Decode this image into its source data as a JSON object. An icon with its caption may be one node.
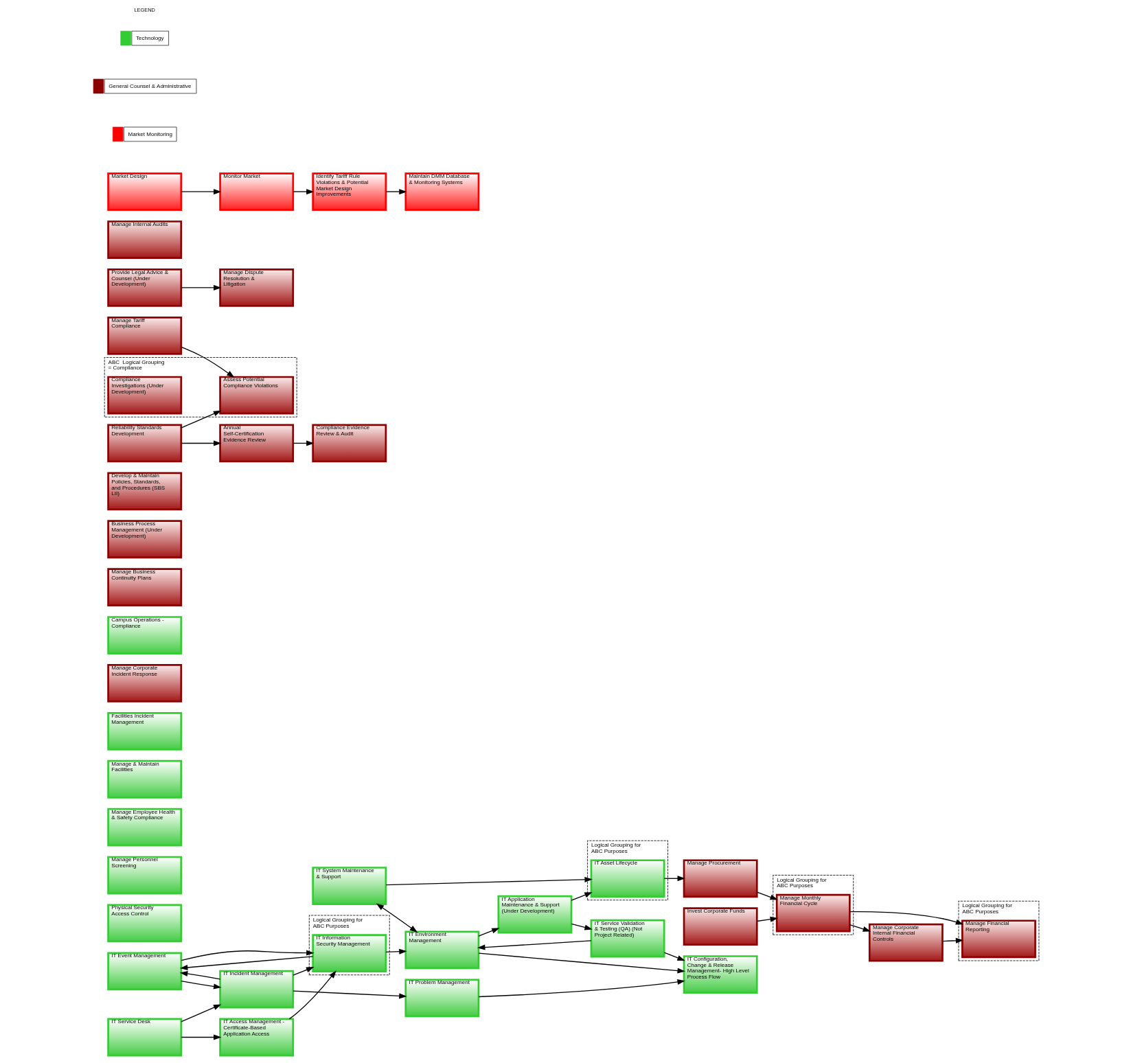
{
  "diagram": {
    "nodes": [
      {
        "text": [
          "Invest Corporate Funds"
        ]
      },
      {
        "text": [
          "Logical Grouping for ABC Purposes"
        ]
      },
      {
        "text": [
          "Manage Monthly Financial Cycle"
        ],
        "in": 1
      },
      {
        "text": [
          "Logical Grouping for ABC Purposes"
        ]
      },
      {
        "text": [
          "Manage Financial Reporting"
        ],
        "in": 3
      },
      {
        "text": [
          "Physical Security Access Control"
        ]
      },
      {
        "text": [
          "Manage Personnel Screening"
        ]
      },
      {
        "text": [
          "Manage Employee Health & Safety Compliance"
        ]
      },
      {
        "text": [
          "Manage Procurement"
        ]
      },
      {
        "text": [
          "Manage Corporate Internal Financial Controls"
        ]
      },
      {
        "text": [
          "Manage & Maintain Facilities"
        ]
      },
      {
        "text": [
          "Facilities Incident Management"
        ]
      },
      {
        "text": [
          "Manage Corporate Incident Response"
        ]
      },
      {
        "text": [
          "IT System Maintenance & Support"
        ]
      },
      {
        "text": [
          "Campus Operations - Compliance"
        ]
      },
      {
        "text": [
          "Manage Business Continuity Plans"
        ]
      },
      {
        "text": [
          "Logical Grouping for ABC Purposes"
        ]
      },
      {
        "text": [
          "IT Asset Lifecycle"
        ],
        "in": 16
      },
      {
        "text": [
          "IT Application Maintenance & Support (Under Development)"
        ]
      },
      {
        "text": [
          "IT Service Validation & Testing (QA) (Not Project Related)"
        ]
      },
      {
        "text": [
          "Business Process Management (Under Development)"
        ]
      },
      {
        "text": [
          "IT Event Management"
        ]
      },
      {
        "text": [
          "Logical Grouping for ABC Purposes"
        ]
      },
      {
        "text": [
          "IT Information Security Management"
        ],
        "in": 22
      },
      {
        "text": [
          "IT Environment Management"
        ]
      },
      {
        "text": [
          "IT Configuration, Change & Release Management- High Level Process Flow"
        ]
      },
      {
        "text": [
          "Develop & Maintain Policies, Standards, and Procedures (SBS LII)"
        ]
      },
      {
        "text": [
          "IT Access Management - Certificate-Based Application Access"
        ]
      },
      {
        "text": [
          "IT Service Desk"
        ]
      },
      {
        "text": [
          "IT Incident Management"
        ]
      },
      {
        "text": [
          "IT Problem Management"
        ]
      },
      {
        "text": [
          "Manage Tariff Compliance"
        ]
      },
      {
        "text": [
          "Reliability Standards Development"
        ]
      },
      {
        "text": [
          "Annual Self-Certification Evidence Review"
        ]
      },
      {
        "text": [
          "Provide Legal Advice & Counsel (Under Development)"
        ]
      },
      {
        "text": [
          "ABC  Logical Grouping = Compliance"
        ]
      },
      {
        "text": [
          "Assess Potential Compliance Violations"
        ],
        "in": 35
      },
      {
        "text": [
          "Compliance Investigations (Under Development)"
        ],
        "in": 35
      },
      {
        "text": [
          "Compliance Evidence Review & Audit"
        ]
      },
      {
        "text": [
          "Manage Internal Audits"
        ]
      },
      {
        "text": [
          "Manage Dispute Resolution & Litigation"
        ]
      },
      {
        "text": [
          "Market Design"
        ]
      },
      {
        "text": [
          "Monitor Market"
        ]
      },
      {
        "text": [
          "Identify Tariff Rule Violations & Potential Market Design Improvements"
        ]
      },
      {
        "text": [
          "Maintain DMM Database & Monitoring Systems"
        ]
      }
    ],
    "edges": [
      {
        "from": 0,
        "to": 2,
        "arrow": "to"
      },
      {
        "from": 2,
        "to": 4,
        "arrow": "to"
      },
      {
        "from": 2,
        "to": 9,
        "arrow": "to"
      },
      {
        "from": 8,
        "to": 2,
        "arrow": "to"
      },
      {
        "from": 9,
        "to": 4,
        "arrow": "to"
      },
      {
        "from": 17,
        "to": 8,
        "arrow": "to"
      },
      {
        "from": 13,
        "to": 17,
        "arrow": "to"
      },
      {
        "from": 18,
        "to": 17,
        "arrow": "to"
      },
      {
        "from": 18,
        "to": 19,
        "arrow": "to"
      },
      {
        "from": 24,
        "to": 18,
        "arrow": "to"
      },
      {
        "from": 13,
        "to": 24,
        "arrow": "both"
      },
      {
        "from": 19,
        "to": 24,
        "arrow": "to"
      },
      {
        "from": 19,
        "to": 25,
        "arrow": "to"
      },
      {
        "from": 23,
        "to": 21,
        "arrow": "to"
      },
      {
        "from": 21,
        "to": 23,
        "arrow": "to"
      },
      {
        "from": 23,
        "to": 24,
        "arrow": "to"
      },
      {
        "from": 24,
        "to": 25,
        "arrow": "to"
      },
      {
        "from": 27,
        "to": 23,
        "arrow": "to"
      },
      {
        "from": 28,
        "to": 27,
        "arrow": "to"
      },
      {
        "from": 21,
        "to": 29,
        "arrow": "to"
      },
      {
        "from": 29,
        "to": 21,
        "arrow": "to"
      },
      {
        "from": 28,
        "to": 29,
        "arrow": "to"
      },
      {
        "from": 29,
        "to": 23,
        "arrow": "to"
      },
      {
        "from": 29,
        "to": 30,
        "arrow": "to"
      },
      {
        "from": 30,
        "to": 25,
        "arrow": "to"
      },
      {
        "from": 32,
        "to": 33,
        "arrow": "to"
      },
      {
        "from": 32,
        "to": 36,
        "arrow": "to"
      },
      {
        "from": 31,
        "to": 36,
        "arrow": "to"
      },
      {
        "from": 33,
        "to": 38,
        "arrow": "to"
      },
      {
        "from": 34,
        "to": 40,
        "arrow": "to"
      },
      {
        "from": 41,
        "to": 42,
        "arrow": "to"
      },
      {
        "from": 42,
        "to": 43,
        "arrow": "to"
      },
      {
        "from": 43,
        "to": 44,
        "arrow": "to"
      }
    ],
    "labels": [
      "LEGEND"
    ],
    "legend": [
      {
        "text": "Technology",
        "color": "#33cc33"
      },
      {
        "text": "General Counsel & Administrative",
        "color": "#8b0000"
      },
      {
        "text": "Market Monitoring",
        "color": "#ff0000"
      }
    ]
  }
}
